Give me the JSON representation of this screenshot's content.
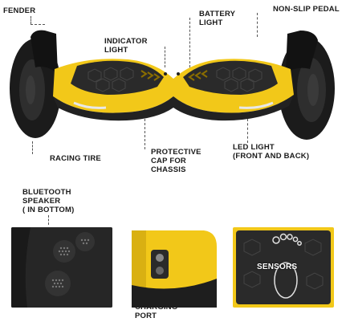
{
  "labels": {
    "fender": "FENDER",
    "battery_light": "BATTERY\nLIGHT",
    "non_slip_pedal": "NON-SLIP PEDAL",
    "indicator_light": "INDICATOR\nLIGHT",
    "racing_tire": "RACING TIRE",
    "protective_cap": "PROTECTIVE\nCAP FOR\nCHASSIS",
    "led_light": "LED LIGHT\n(FRONT AND BACK)",
    "bluetooth_speaker": "BLUETOOTH\nSPEAKER\n( IN BOTTOM)",
    "power_port": "POWER &\nCHARGING\nPORT",
    "sensors": "SENSORS"
  },
  "colors": {
    "body_yellow": "#f2c819",
    "tire_black": "#1b1b1b",
    "pedal_dark": "#2a2a2a",
    "led_white": "#e8e8e8"
  }
}
